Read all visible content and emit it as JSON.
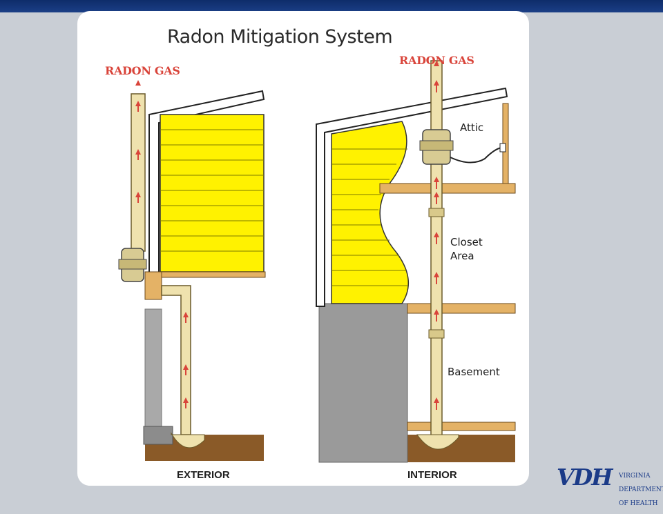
{
  "diagram": {
    "title": "Radon Mitigation System",
    "exterior": {
      "gas_label": "RADON GAS",
      "caption": "EXTERIOR"
    },
    "interior": {
      "gas_label": "RADON GAS",
      "caption": "INTERIOR",
      "zones": {
        "attic": "Attic",
        "closet_line1": "Closet",
        "closet_line2": "Area",
        "basement": "Basement"
      }
    }
  },
  "logo": {
    "mark": "VDH",
    "sub_line1": "VIRGINIA",
    "sub_line2": "DEPARTMENT",
    "sub_line3": "OF HEALTH"
  },
  "colors": {
    "header": "#142f72",
    "background": "#c9ced5",
    "siding": "#fff200",
    "pipe": "#efe2ae",
    "foundation": "#999999",
    "soil": "#8a5a28",
    "wood": "#e4b266",
    "arrow": "#d9443a"
  }
}
